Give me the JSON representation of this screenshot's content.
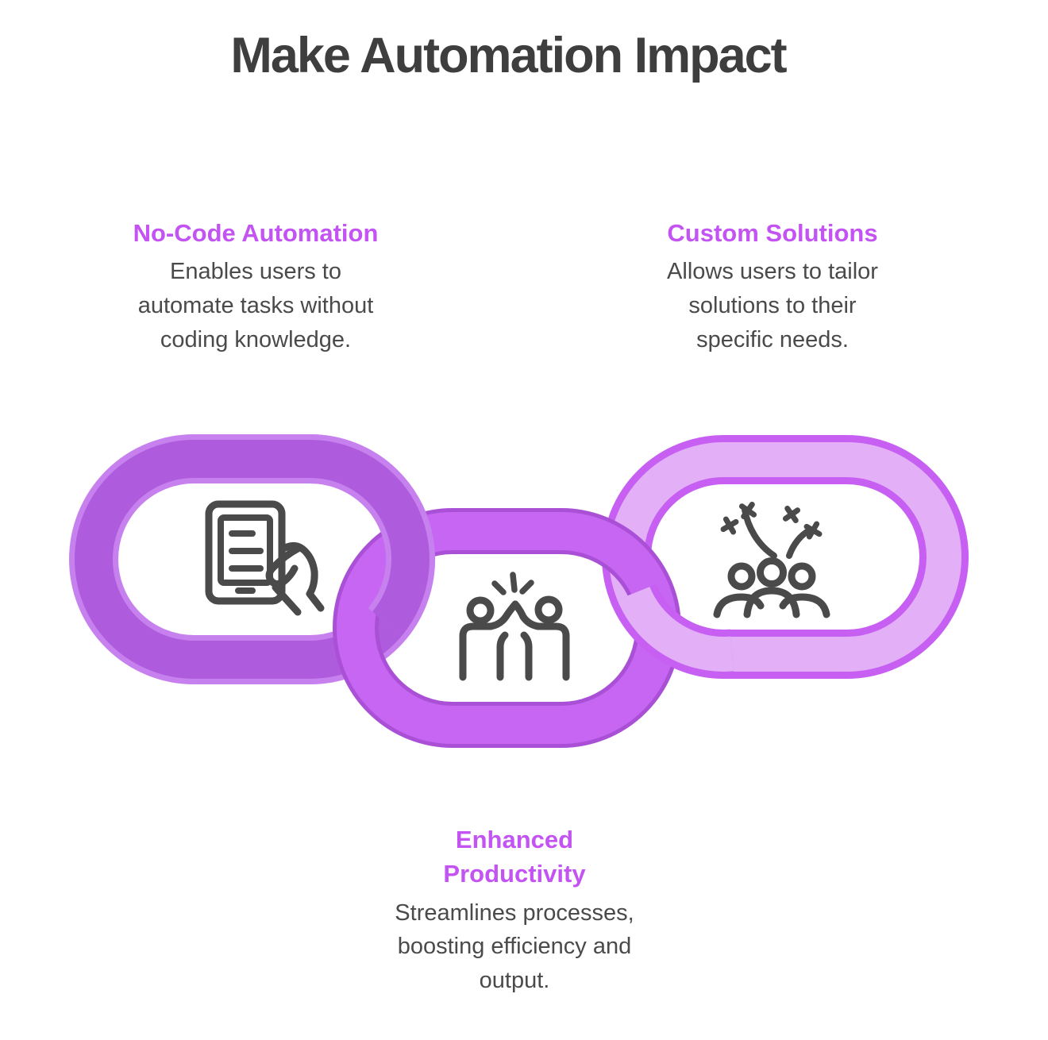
{
  "title": "Make Automation Impact",
  "features": [
    {
      "heading": "No-Code Automation",
      "body": [
        "Enables users to",
        "automate tasks without",
        "coding knowledge."
      ],
      "icon": "tablet-in-hand"
    },
    {
      "heading": "Custom Solutions",
      "body": [
        "Allows users to tailor",
        "solutions to their",
        "specific needs."
      ],
      "icon": "celebrating-crowd"
    },
    {
      "heading": [
        "Enhanced",
        "Productivity"
      ],
      "body": [
        "Streamlines processes,",
        "boosting efficiency and",
        "output."
      ],
      "icon": "high-five"
    }
  ],
  "colors": {
    "title_text": "#3e3e3e",
    "heading_purple": "#c353f2",
    "body_text": "#4a4a4a",
    "icon_stroke": "#4a4a4a",
    "link_left_body": "#ae5cdd",
    "link_left_rim": "#c781ef",
    "link_middle_body": "#c666f3",
    "link_middle_rim": "#aa50d6",
    "link_right_fill": "#e3b0f7",
    "link_right_edge": "#c65ff2"
  }
}
